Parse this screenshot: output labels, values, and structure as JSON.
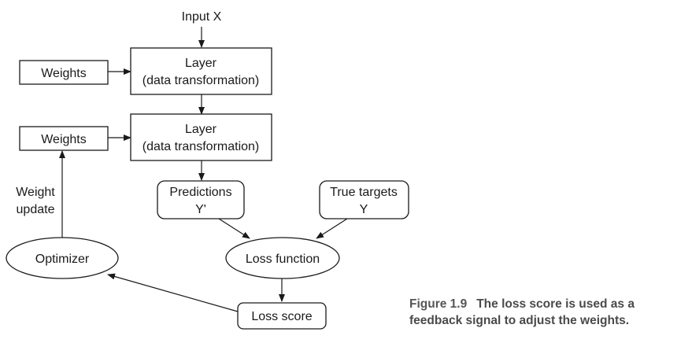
{
  "diagram": {
    "input_label": "Input X",
    "layer1": {
      "line1": "Layer",
      "line2": "(data transformation)"
    },
    "layer2": {
      "line1": "Layer",
      "line2": "(data transformation)"
    },
    "weights1": "Weights",
    "weights2": "Weights",
    "weight_update": {
      "line1": "Weight",
      "line2": "update"
    },
    "predictions": {
      "line1": "Predictions",
      "line2": "Y'"
    },
    "true_targets": {
      "line1": "True targets",
      "line2": "Y"
    },
    "loss_function": "Loss function",
    "optimizer": "Optimizer",
    "loss_score": "Loss score"
  },
  "caption": {
    "label": "Figure 1.9",
    "text": "The loss score is used as a feedback signal to adjust the weights."
  }
}
